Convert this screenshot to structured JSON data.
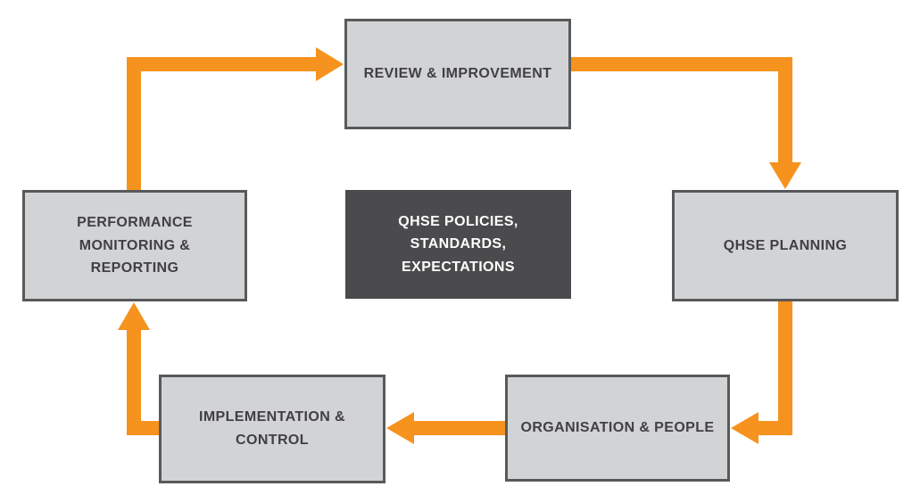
{
  "diagram": {
    "type": "cycle",
    "center": {
      "label": "QHSE POLICIES, STANDARDS, EXPECTATIONS",
      "lines": [
        "QHSE POLICIES,",
        "STANDARDS,",
        "EXPECTATIONS"
      ]
    },
    "nodes": {
      "review": {
        "label": "REVIEW & IMPROVEMENT",
        "lines": [
          "REVIEW & IMPROVEMENT"
        ]
      },
      "planning": {
        "label": "QHSE PLANNING",
        "lines": [
          "QHSE PLANNING"
        ]
      },
      "organisation": {
        "label": "ORGANISATION & PEOPLE",
        "lines": [
          "ORGANISATION & PEOPLE"
        ]
      },
      "implementation": {
        "label": "IMPLEMENTATION & CONTROL",
        "lines": [
          "IMPLEMENTATION &",
          "CONTROL"
        ]
      },
      "performance": {
        "label": "PERFORMANCE MONITORING & REPORTING",
        "lines": [
          "PERFORMANCE",
          "MONITORING &",
          "REPORTING"
        ]
      }
    },
    "flow": [
      "performance -> review",
      "review -> planning",
      "planning -> organisation",
      "organisation -> implementation",
      "implementation -> performance"
    ],
    "colors": {
      "arrow": "#F6921E",
      "node_fill": "#D1D3D4",
      "node_border": "#58595B",
      "node_text": "#414042",
      "center_fill": "#4B4B4D",
      "center_text": "#FFFFFF",
      "background": "#FFFFFF"
    }
  }
}
